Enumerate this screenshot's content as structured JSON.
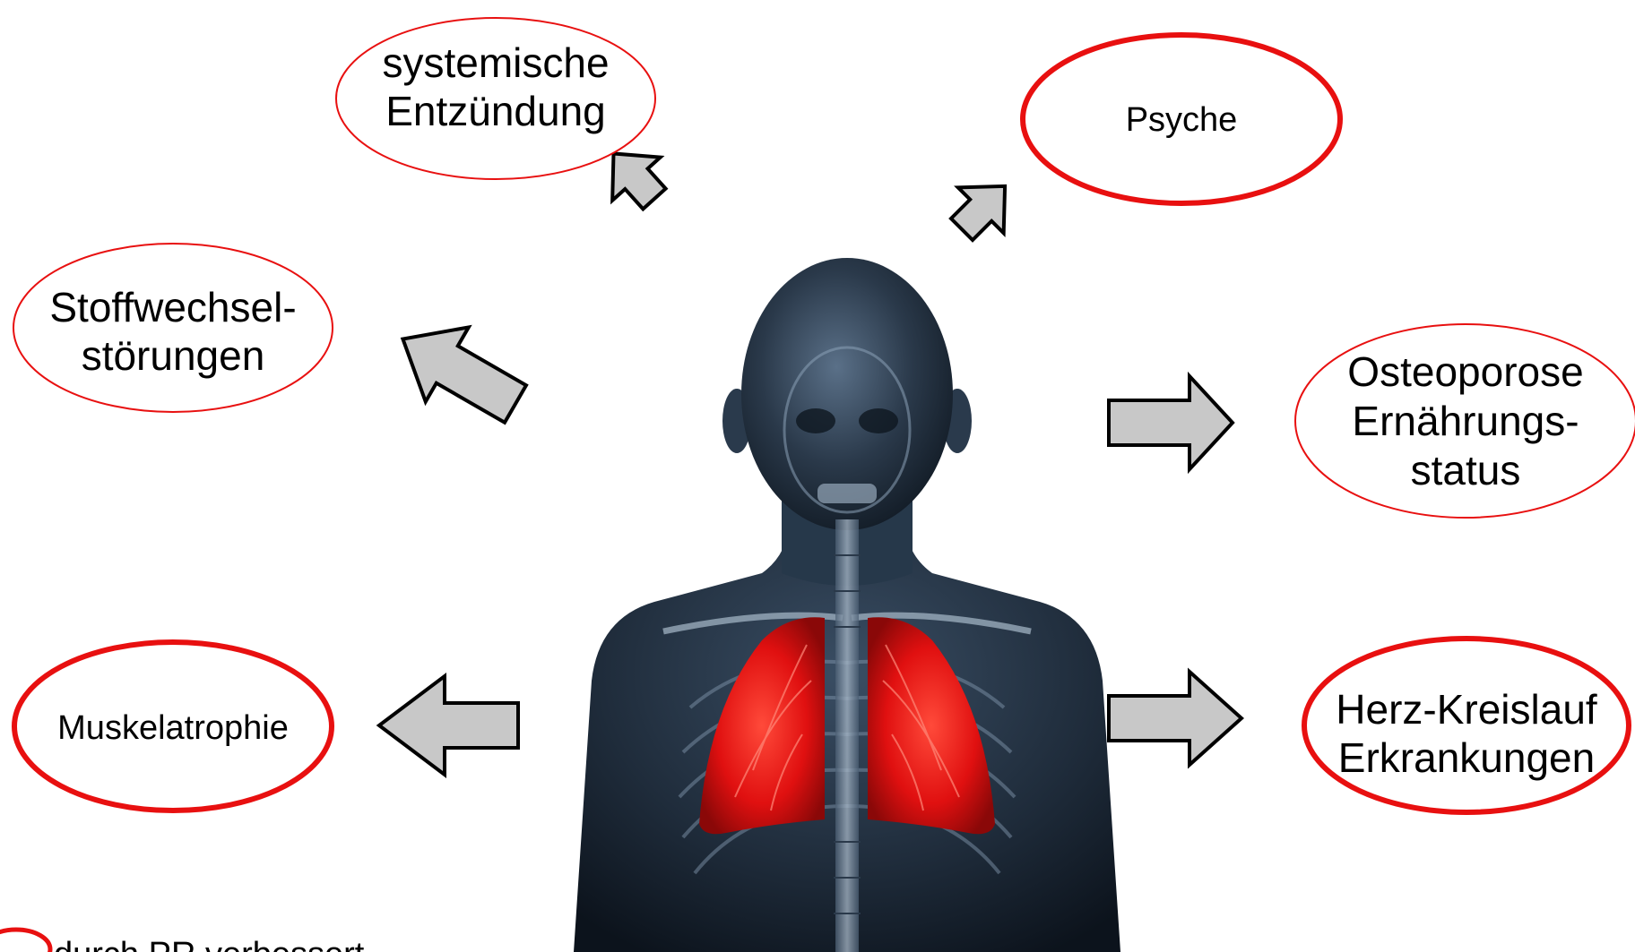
{
  "nodes": {
    "systemic_inflammation": {
      "line1": "systemische",
      "line2": "Entzündung"
    },
    "psyche": {
      "line1": "Psyche"
    },
    "metabolic_disorders": {
      "line1": "Stoffwechsel-",
      "line2": "störungen"
    },
    "osteoporosis": {
      "line1": "Osteoporose",
      "line2": "Ernährungs-",
      "line3": "status"
    },
    "muscle_atrophy": {
      "line1": "Muskelatrophie"
    },
    "cardiovascular": {
      "line1": "Herz-Kreislauf",
      "line2": "Erkrankungen"
    }
  },
  "legend": {
    "text": "durch PR verbessert"
  },
  "colors": {
    "bubble_outline": "#e81010",
    "arrow_fill": "#c8c8c8",
    "lung_highlight": "#e01010",
    "body_dark": "#1f2c3b"
  }
}
